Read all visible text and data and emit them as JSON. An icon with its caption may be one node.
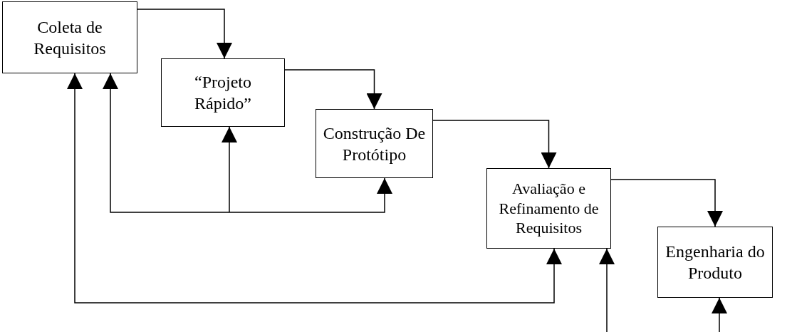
{
  "diagram": {
    "nodes": [
      {
        "text": [
          "Coleta de Requisitos"
        ]
      },
      {
        "text": [
          "“Projeto Rápido”"
        ]
      },
      {
        "text": [
          "Construção De Protótipo"
        ]
      },
      {
        "text": [
          "Avaliação e Refinamento de Requisitos"
        ]
      },
      {
        "text": [
          "Engenharia do Produto"
        ]
      }
    ],
    "edges": [
      {
        "from": 0,
        "to": 1,
        "arrow": "to"
      },
      {
        "from": 1,
        "to": 2,
        "arrow": "to"
      },
      {
        "from": 2,
        "to": 3,
        "arrow": "to"
      },
      {
        "from": 3,
        "to": 4,
        "arrow": "to"
      },
      {
        "from": null,
        "to": 0,
        "arrow": "to"
      },
      {
        "from": null,
        "to": 1,
        "arrow": "to"
      },
      {
        "from": null,
        "to": 2,
        "arrow": "to"
      },
      {
        "from": null,
        "to": 0,
        "arrow": "to"
      },
      {
        "from": null,
        "to": 3,
        "arrow": "to"
      },
      {
        "from": null,
        "to": 3,
        "arrow": "to"
      },
      {
        "from": null,
        "to": 4,
        "arrow": "to"
      }
    ]
  }
}
